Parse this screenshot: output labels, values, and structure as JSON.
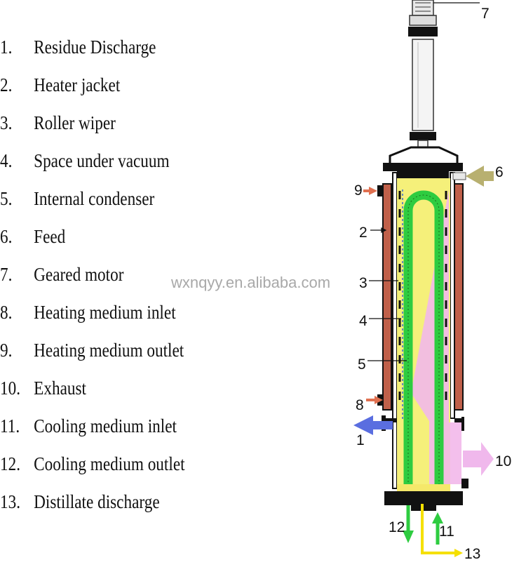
{
  "legend": {
    "items": [
      {
        "num": "1.",
        "label": "Residue Discharge"
      },
      {
        "num": "2.",
        "label": "Heater jacket"
      },
      {
        "num": "3.",
        "label": "Roller wiper"
      },
      {
        "num": "4.",
        "label": "Space under vacuum"
      },
      {
        "num": "5.",
        "label": "Internal condenser"
      },
      {
        "num": "6.",
        "label": "Feed"
      },
      {
        "num": "7.",
        "label": "Geared motor"
      },
      {
        "num": "8.",
        "label": "Heating medium inlet"
      },
      {
        "num": "9.",
        "label": "Heating medium outlet"
      },
      {
        "num": "10.",
        "label": "Exhaust"
      },
      {
        "num": "11.",
        "label": "Cooling medium inlet"
      },
      {
        "num": "12.",
        "label": "Cooling medium outlet"
      },
      {
        "num": "13.",
        "label": "Distillate discharge"
      }
    ]
  },
  "watermark": "wxnqyy.en.alibaba.com",
  "callouts": {
    "c1": "1",
    "c2": "2",
    "c3": "3",
    "c4": "4",
    "c5": "5",
    "c6": "6",
    "c7": "7",
    "c8": "8",
    "c9": "9",
    "c10": "10",
    "c11": "11",
    "c12": "12",
    "c13": "13"
  },
  "colors": {
    "heater_jacket": "#c0604a",
    "vacuum_space": "#f5f07a",
    "condenser": "#2ecc40",
    "vapor": "#f2b8ea",
    "feed_arrow": "#b8b070",
    "residue_arrow": "#5a6ee0",
    "exhaust_arrow": "#f0b8ec",
    "heating_arrow": "#e07050",
    "distillate": "#f5e000"
  }
}
